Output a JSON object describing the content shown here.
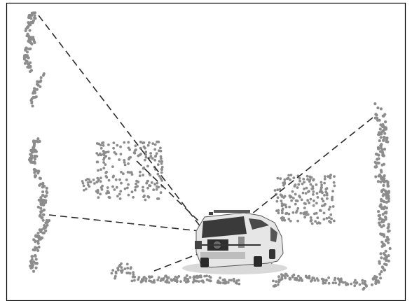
{
  "figure": {
    "description_text": "",
    "colors": {
      "frame": "#000000",
      "points": "#8c8c8c",
      "scan_lines": "#2a2a2a",
      "vehicle_body": "#e6e6e6",
      "vehicle_dark": "#3a3a3a"
    },
    "elements": {
      "vehicle": "car-with-laser-scanner",
      "point_clusters": [
        "left-top-wall-cluster",
        "left-mid-wall-cluster",
        "center-left-cluster",
        "center-right-cluster",
        "right-wall-cluster",
        "bottom-left-ground-cluster",
        "bottom-right-ground-cluster"
      ],
      "scan_rays": 6
    }
  }
}
